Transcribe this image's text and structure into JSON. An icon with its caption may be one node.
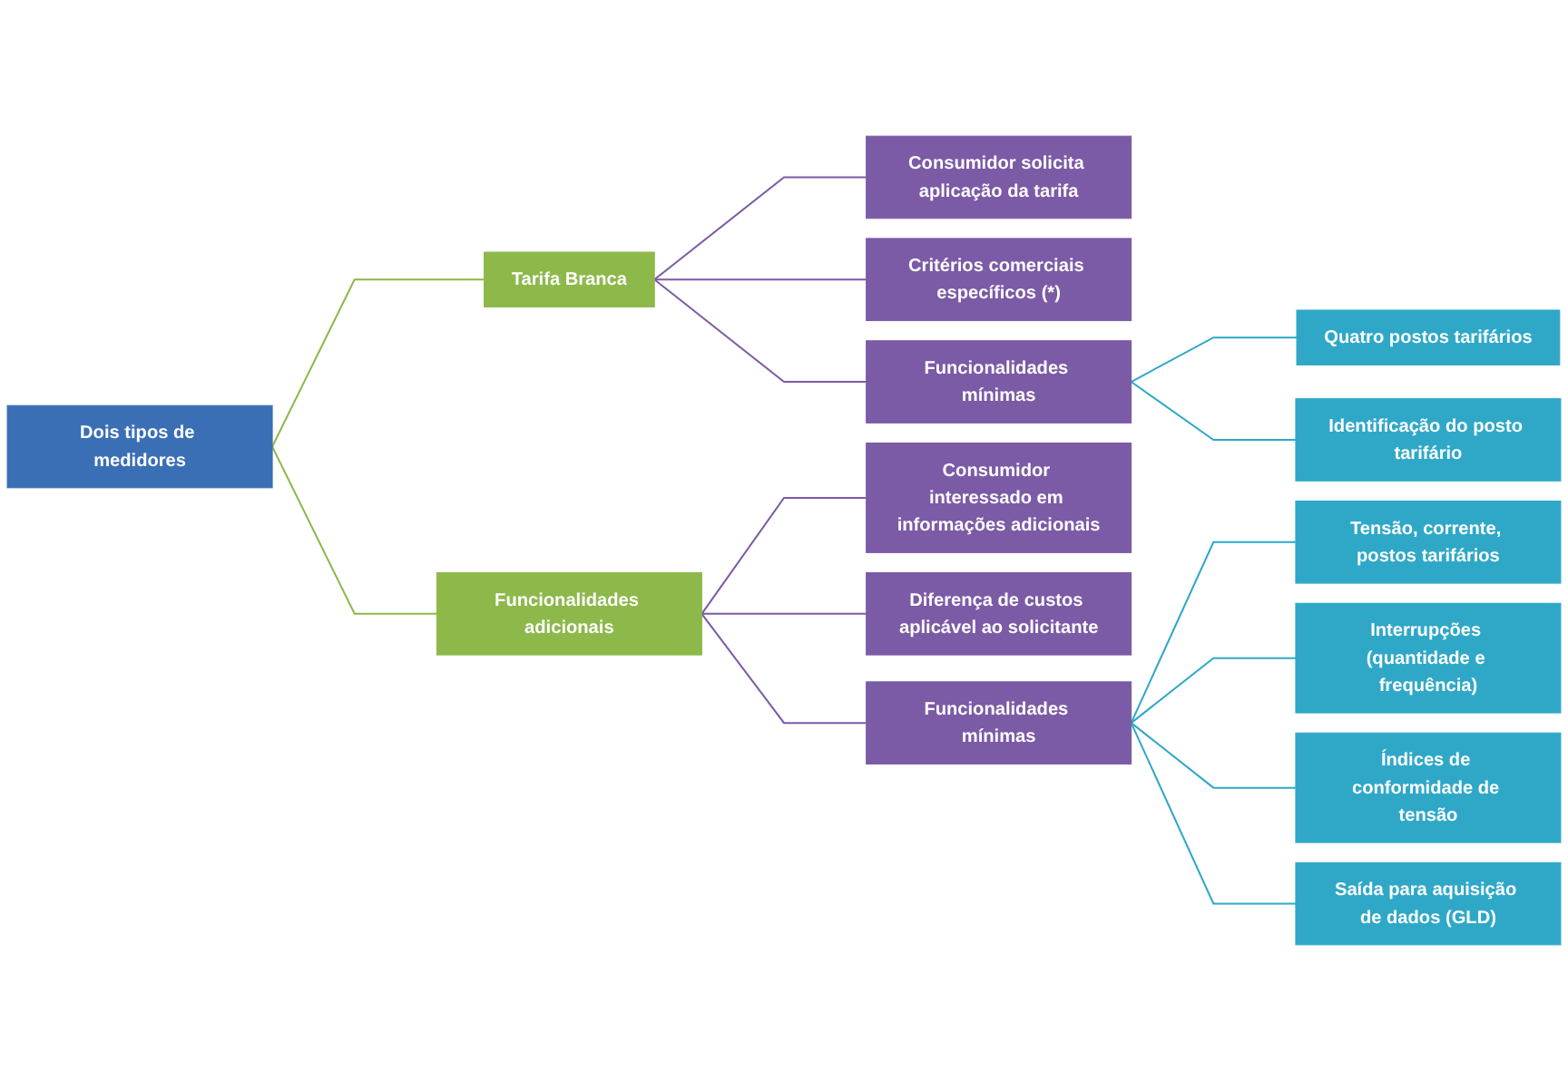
{
  "diagram": {
    "nodes": [
      {
        "text": [
          "Dois tipos de medidores"
        ]
      },
      {
        "text": [
          "Tarifa Branca"
        ]
      },
      {
        "text": [
          "Consumidor solicita aplicação da tarifa"
        ]
      },
      {
        "text": [
          "Critérios comerciais específicos (*)"
        ]
      },
      {
        "text": [
          "Funcionalidades mínimas"
        ]
      },
      {
        "text": [
          "Quatro postos tarifários"
        ]
      },
      {
        "text": [
          "Identificação do posto tarifário"
        ]
      },
      {
        "text": [
          "Funcionalidades adicionais"
        ]
      },
      {
        "text": [
          "Consumidor interessado em informações adicionais"
        ]
      },
      {
        "text": [
          "Diferença de custos aplicável ao solicitante"
        ]
      },
      {
        "text": [
          "Funcionalidades mínimas"
        ]
      },
      {
        "text": [
          "Tensão, corrente, postos tarifários"
        ]
      },
      {
        "text": [
          "Interrupções (quantidade e frequência)"
        ]
      },
      {
        "text": [
          "Índices de conformidade de tensão"
        ]
      },
      {
        "text": [
          "Saída para aquisição de dados (GLD)"
        ]
      }
    ],
    "edges": [
      {
        "from": 0,
        "to": 1,
        "arrow": "none",
        "color": "#8db84a"
      },
      {
        "from": 0,
        "to": 7,
        "arrow": "none",
        "color": "#8db84a"
      },
      {
        "from": 1,
        "to": 2,
        "arrow": "none",
        "color": "#7b5aa6"
      },
      {
        "from": 1,
        "to": 3,
        "arrow": "none",
        "color": "#7b5aa6"
      },
      {
        "from": 1,
        "to": 4,
        "arrow": "none",
        "color": "#7b5aa6"
      },
      {
        "from": 4,
        "to": 5,
        "arrow": "none",
        "color": "#2fa8c8"
      },
      {
        "from": 4,
        "to": 6,
        "arrow": "none",
        "color": "#2fa8c8"
      },
      {
        "from": 7,
        "to": 8,
        "arrow": "none",
        "color": "#7b5aa6"
      },
      {
        "from": 7,
        "to": 9,
        "arrow": "none",
        "color": "#7b5aa6"
      },
      {
        "from": 7,
        "to": 10,
        "arrow": "none",
        "color": "#7b5aa6"
      },
      {
        "from": 10,
        "to": 11,
        "arrow": "none",
        "color": "#2fa8c8"
      },
      {
        "from": 10,
        "to": 12,
        "arrow": "none",
        "color": "#2fa8c8"
      },
      {
        "from": 10,
        "to": 13,
        "arrow": "none",
        "color": "#2fa8c8"
      },
      {
        "from": 10,
        "to": 14,
        "arrow": "none",
        "color": "#2fa8c8"
      }
    ]
  }
}
